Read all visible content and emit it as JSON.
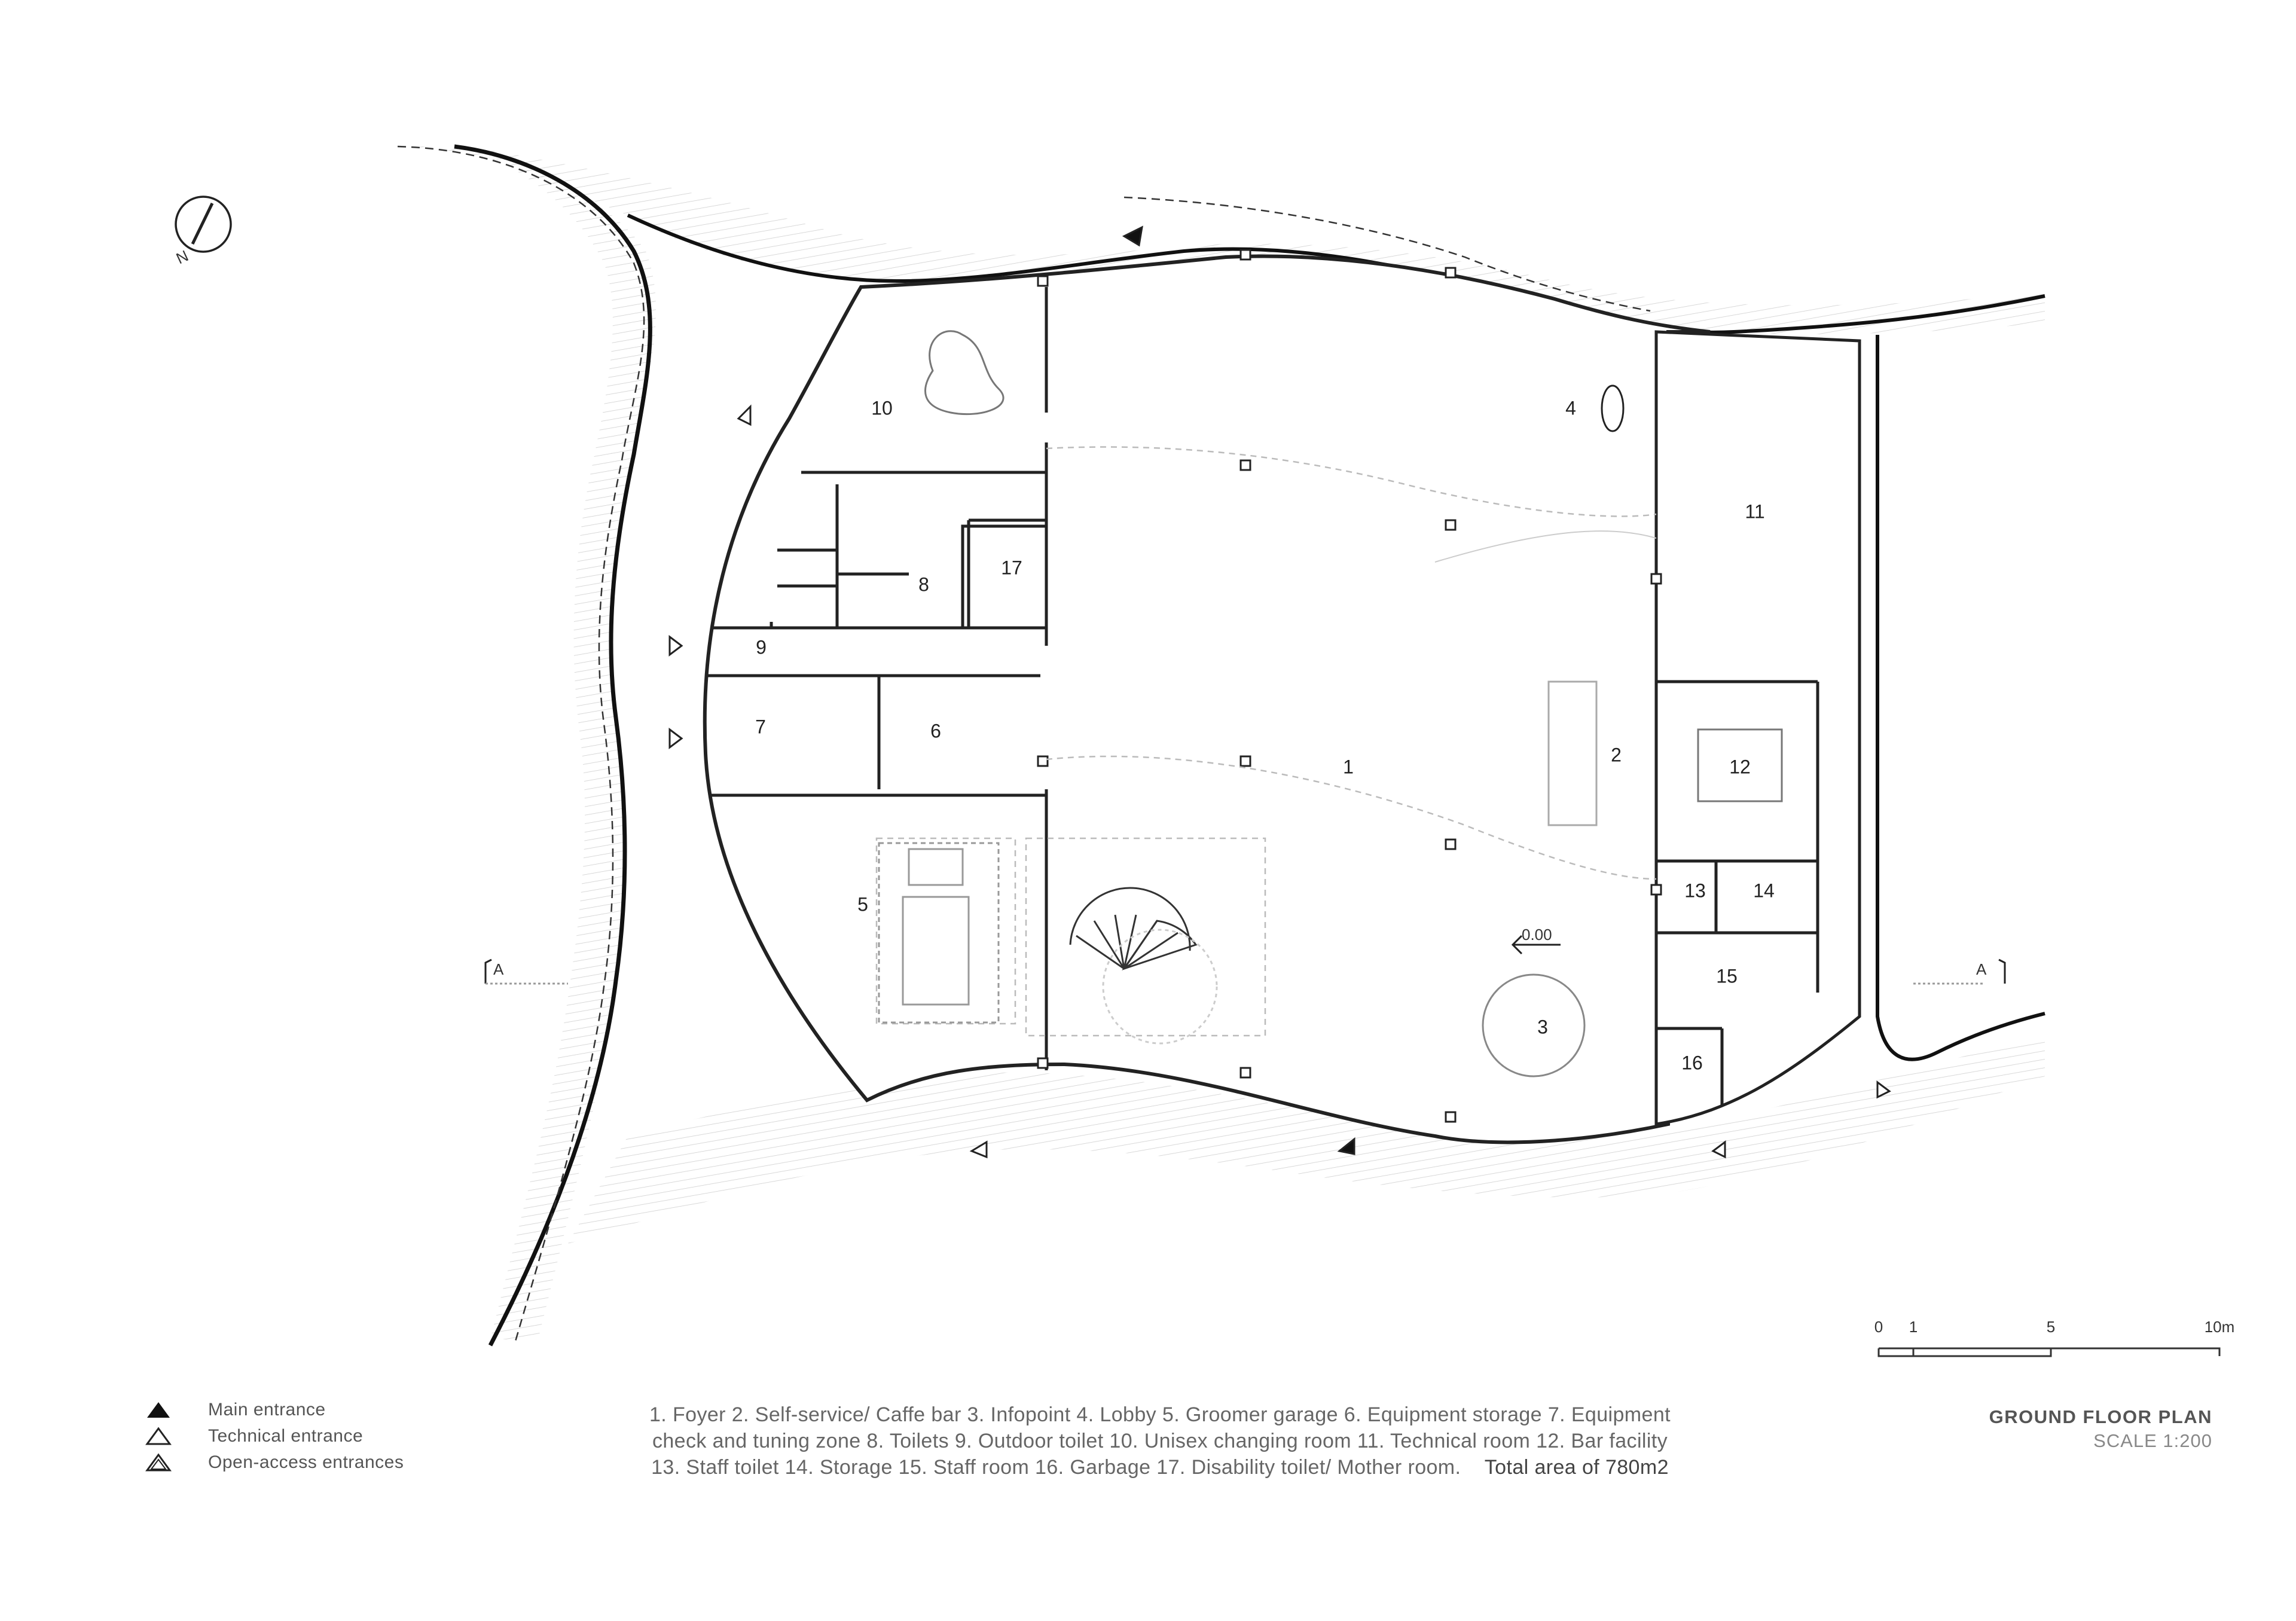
{
  "plan": {
    "title": "GROUND FLOOR PLAN",
    "scale": "SCALE 1:200",
    "section_mark": "A",
    "level": "0.00",
    "north": "N",
    "rooms": [
      "1",
      "2",
      "3",
      "4",
      "5",
      "6",
      "7",
      "8",
      "9",
      "10",
      "11",
      "12",
      "13",
      "14",
      "15",
      "16",
      "17"
    ]
  },
  "scalebar": {
    "ticks": [
      "0",
      "1",
      "5",
      "10m"
    ]
  },
  "legend": {
    "main_entrance": "Main entrance",
    "technical_entrance": "Technical entrance",
    "open_access": "Open-access entrances"
  },
  "caption": {
    "line1": "1. Foyer 2. Self-service/ Caffe bar 3.  Infopoint  4. Lobby  5. Groomer garage 6. Equipment storage 7. Equipment",
    "line2": "check and tuning zone  8. Toilets  9. Outdoor toilet  10. Unisex changing room 11. Technical room 12. Bar facility",
    "line3": "13. Staff toilet 14. Storage 15. Staff room 16. Garbage 17. Disability toilet/ Mother room.",
    "total": "Total area of 780m2"
  }
}
